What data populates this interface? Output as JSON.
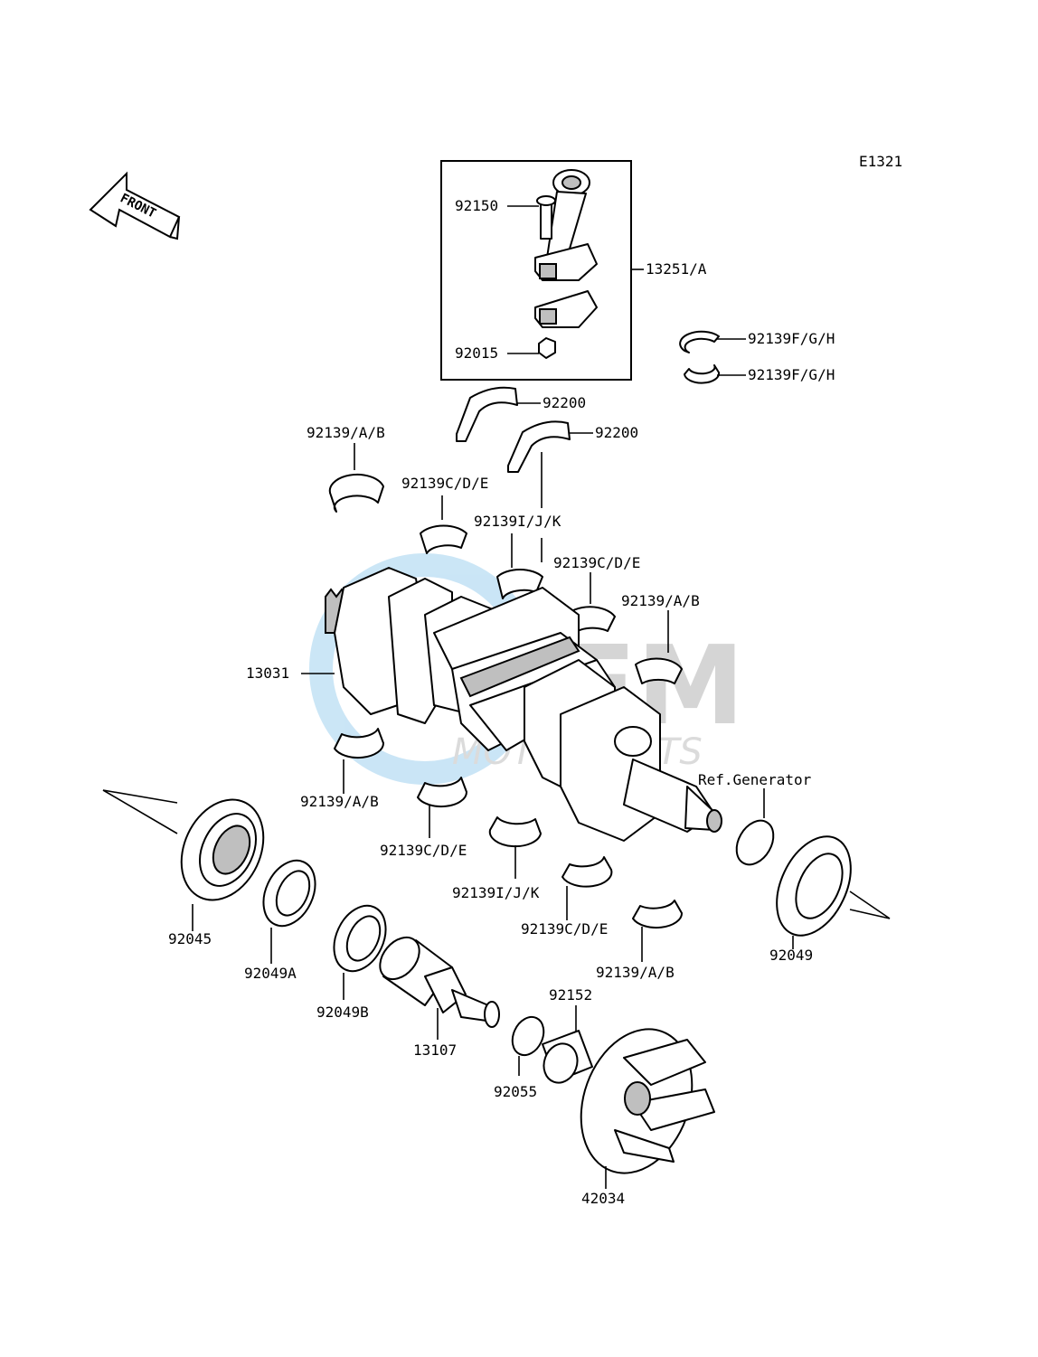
{
  "diagram_code": "E1321",
  "front_arrow_label": "FRONT",
  "watermark": {
    "main": "OEM",
    "sub": "MOTORPARTS"
  },
  "reference_label": "Ref.Generator",
  "parts": {
    "p92150": "92150",
    "p13251A": "13251/A",
    "p92015": "92015",
    "p92139FGH_1": "92139F/G/H",
    "p92139FGH_2": "92139F/G/H",
    "p92200_1": "92200",
    "p92200_2": "92200",
    "p92139AB_1": "92139/A/B",
    "p92139CDE_1": "92139C/D/E",
    "p92139IJK_1": "92139I/J/K",
    "p92139CDE_2": "92139C/D/E",
    "p92139AB_2": "92139/A/B",
    "p13031": "13031",
    "p92139AB_3": "92139/A/B",
    "p92139CDE_3": "92139C/D/E",
    "p92139IJK_2": "92139I/J/K",
    "p92139CDE_4": "92139C/D/E",
    "p92139AB_4": "92139/A/B",
    "p92045": "92045",
    "p92049A": "92049A",
    "p92049B": "92049B",
    "p13107": "13107",
    "p92055": "92055",
    "p92152": "92152",
    "p42034": "42034",
    "p92049": "92049"
  }
}
